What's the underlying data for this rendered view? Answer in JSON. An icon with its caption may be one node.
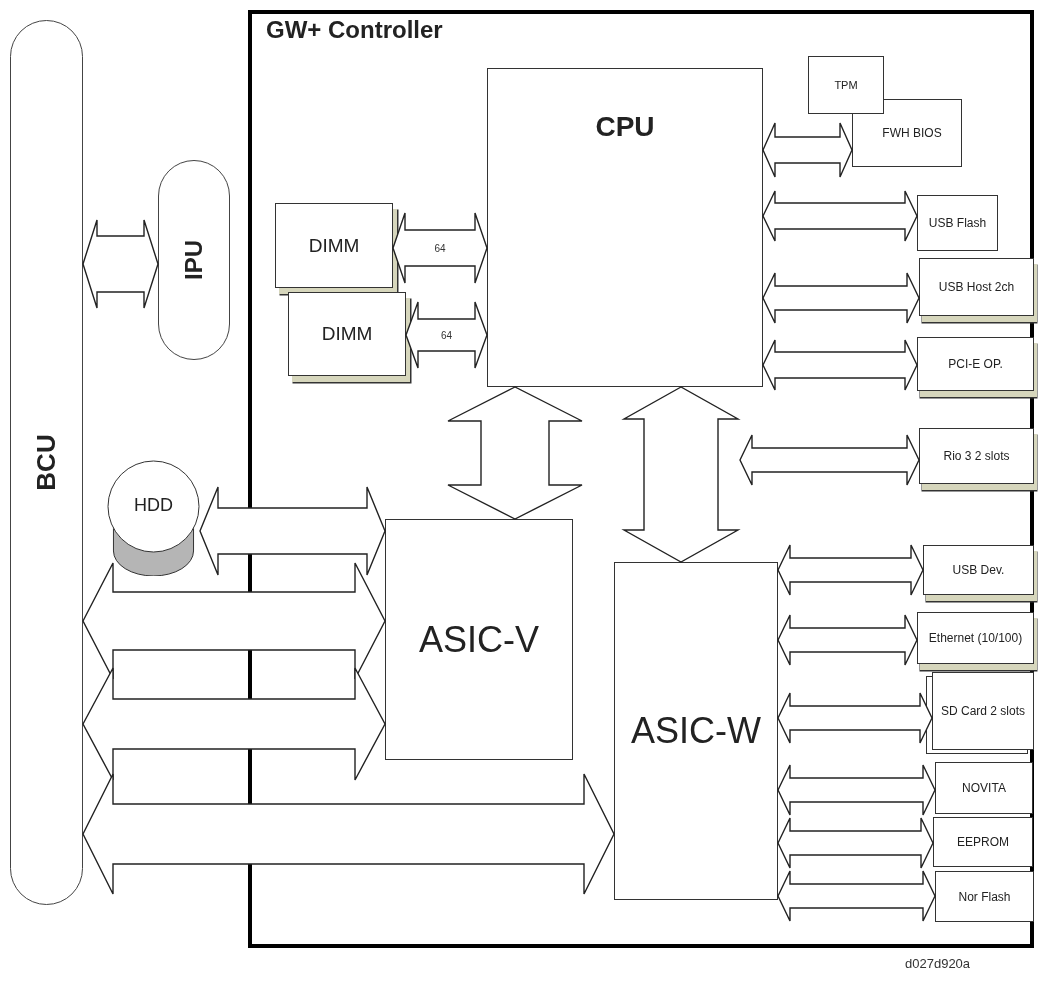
{
  "diagram": {
    "nodes": [
      {
        "text": [
          "BCU"
        ]
      },
      {
        "text": [
          "IPU"
        ]
      },
      {
        "text": [
          "GW+ Controller"
        ]
      },
      {
        "text": [
          "CPU"
        ],
        "in": 2
      },
      {
        "text": [
          "DIMM"
        ],
        "in": 2
      },
      {
        "text": [
          "DIMM"
        ],
        "in": 2
      },
      {
        "text": [
          "TPM"
        ],
        "in": 2
      },
      {
        "text": [
          "FWH BIOS"
        ],
        "in": 2
      },
      {
        "text": [
          "USB Flash"
        ],
        "in": 2
      },
      {
        "text": [
          "USB Host 2ch"
        ],
        "in": 2
      },
      {
        "text": [
          "PCI-E OP."
        ],
        "in": 2
      },
      {
        "text": [
          "Rio 3 2 slots"
        ],
        "in": 2
      },
      {
        "text": [
          "HDD"
        ]
      },
      {
        "text": [
          "ASIC-V"
        ],
        "in": 2
      },
      {
        "text": [
          "ASIC-W"
        ],
        "in": 2
      },
      {
        "text": [
          "USB Dev."
        ],
        "in": 2
      },
      {
        "text": [
          "Ethernet (10/100)"
        ],
        "in": 2
      },
      {
        "text": [
          "SD Card 2 slots"
        ],
        "in": 2
      },
      {
        "text": [
          "NOVITA"
        ],
        "in": 2
      },
      {
        "text": [
          "EEPROM"
        ],
        "in": 2
      },
      {
        "text": [
          "Nor Flash"
        ],
        "in": 2
      }
    ],
    "edges": [
      {
        "from": 0,
        "to": 1,
        "arrow": "both"
      },
      {
        "from": 4,
        "to": 3,
        "arrow": "both",
        "label": "64"
      },
      {
        "from": 5,
        "to": 3,
        "arrow": "both",
        "label": "64"
      },
      {
        "from": 3,
        "to": 7,
        "arrow": "both"
      },
      {
        "from": 3,
        "to": 8,
        "arrow": "both"
      },
      {
        "from": 3,
        "to": 9,
        "arrow": "both"
      },
      {
        "from": 3,
        "to": 10,
        "arrow": "both"
      },
      {
        "from": 3,
        "to": 13,
        "arrow": "both"
      },
      {
        "from": 3,
        "to": 14,
        "arrow": "both"
      },
      {
        "from": null,
        "to": 11,
        "arrow": "both"
      },
      {
        "from": 12,
        "to": 13,
        "arrow": "both"
      },
      {
        "from": 0,
        "to": 13,
        "arrow": "both"
      },
      {
        "from": 0,
        "to": 13,
        "arrow": "both"
      },
      {
        "from": 0,
        "to": 14,
        "arrow": "both"
      },
      {
        "from": 14,
        "to": 15,
        "arrow": "both"
      },
      {
        "from": 14,
        "to": 16,
        "arrow": "both"
      },
      {
        "from": 14,
        "to": 17,
        "arrow": "both"
      },
      {
        "from": 14,
        "to": 18,
        "arrow": "both"
      },
      {
        "from": 14,
        "to": 19,
        "arrow": "both"
      },
      {
        "from": 14,
        "to": 20,
        "arrow": "both"
      }
    ],
    "labels": [
      "d027d920a"
    ]
  }
}
